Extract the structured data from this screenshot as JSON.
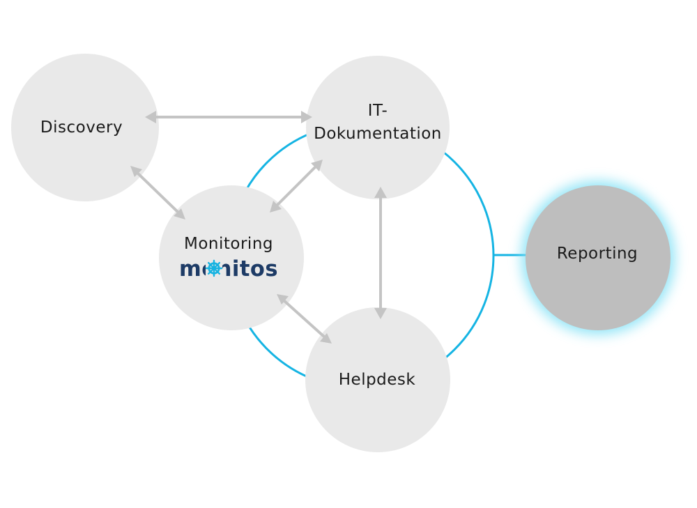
{
  "nodes": {
    "discovery": {
      "label": "Discovery"
    },
    "it_dokumentation": {
      "label_line1": "IT-",
      "label_line2": "Dokumentation"
    },
    "monitoring": {
      "label": "Monitoring",
      "logo_text": "monitos"
    },
    "helpdesk": {
      "label": "Helpdesk"
    },
    "reporting": {
      "label": "Reporting"
    }
  },
  "colors": {
    "node_fill": "#e9e9e9",
    "reporting_fill": "#bebebe",
    "reporting_glow": "#7fe0f5",
    "connector_gray": "#c4c4c4",
    "loop_blue": "#15b4e3",
    "logo_navy": "#1d3b66"
  },
  "edges": [
    {
      "from": "discovery",
      "to": "it_dokumentation",
      "style": "bidirectional"
    },
    {
      "from": "discovery",
      "to": "monitoring",
      "style": "bidirectional"
    },
    {
      "from": "monitoring",
      "to": "it_dokumentation",
      "style": "bidirectional"
    },
    {
      "from": "it_dokumentation",
      "to": "helpdesk",
      "style": "bidirectional"
    },
    {
      "from": "monitoring",
      "to": "helpdesk",
      "style": "bidirectional"
    },
    {
      "from": "loop",
      "to": "reporting",
      "style": "directed"
    }
  ]
}
